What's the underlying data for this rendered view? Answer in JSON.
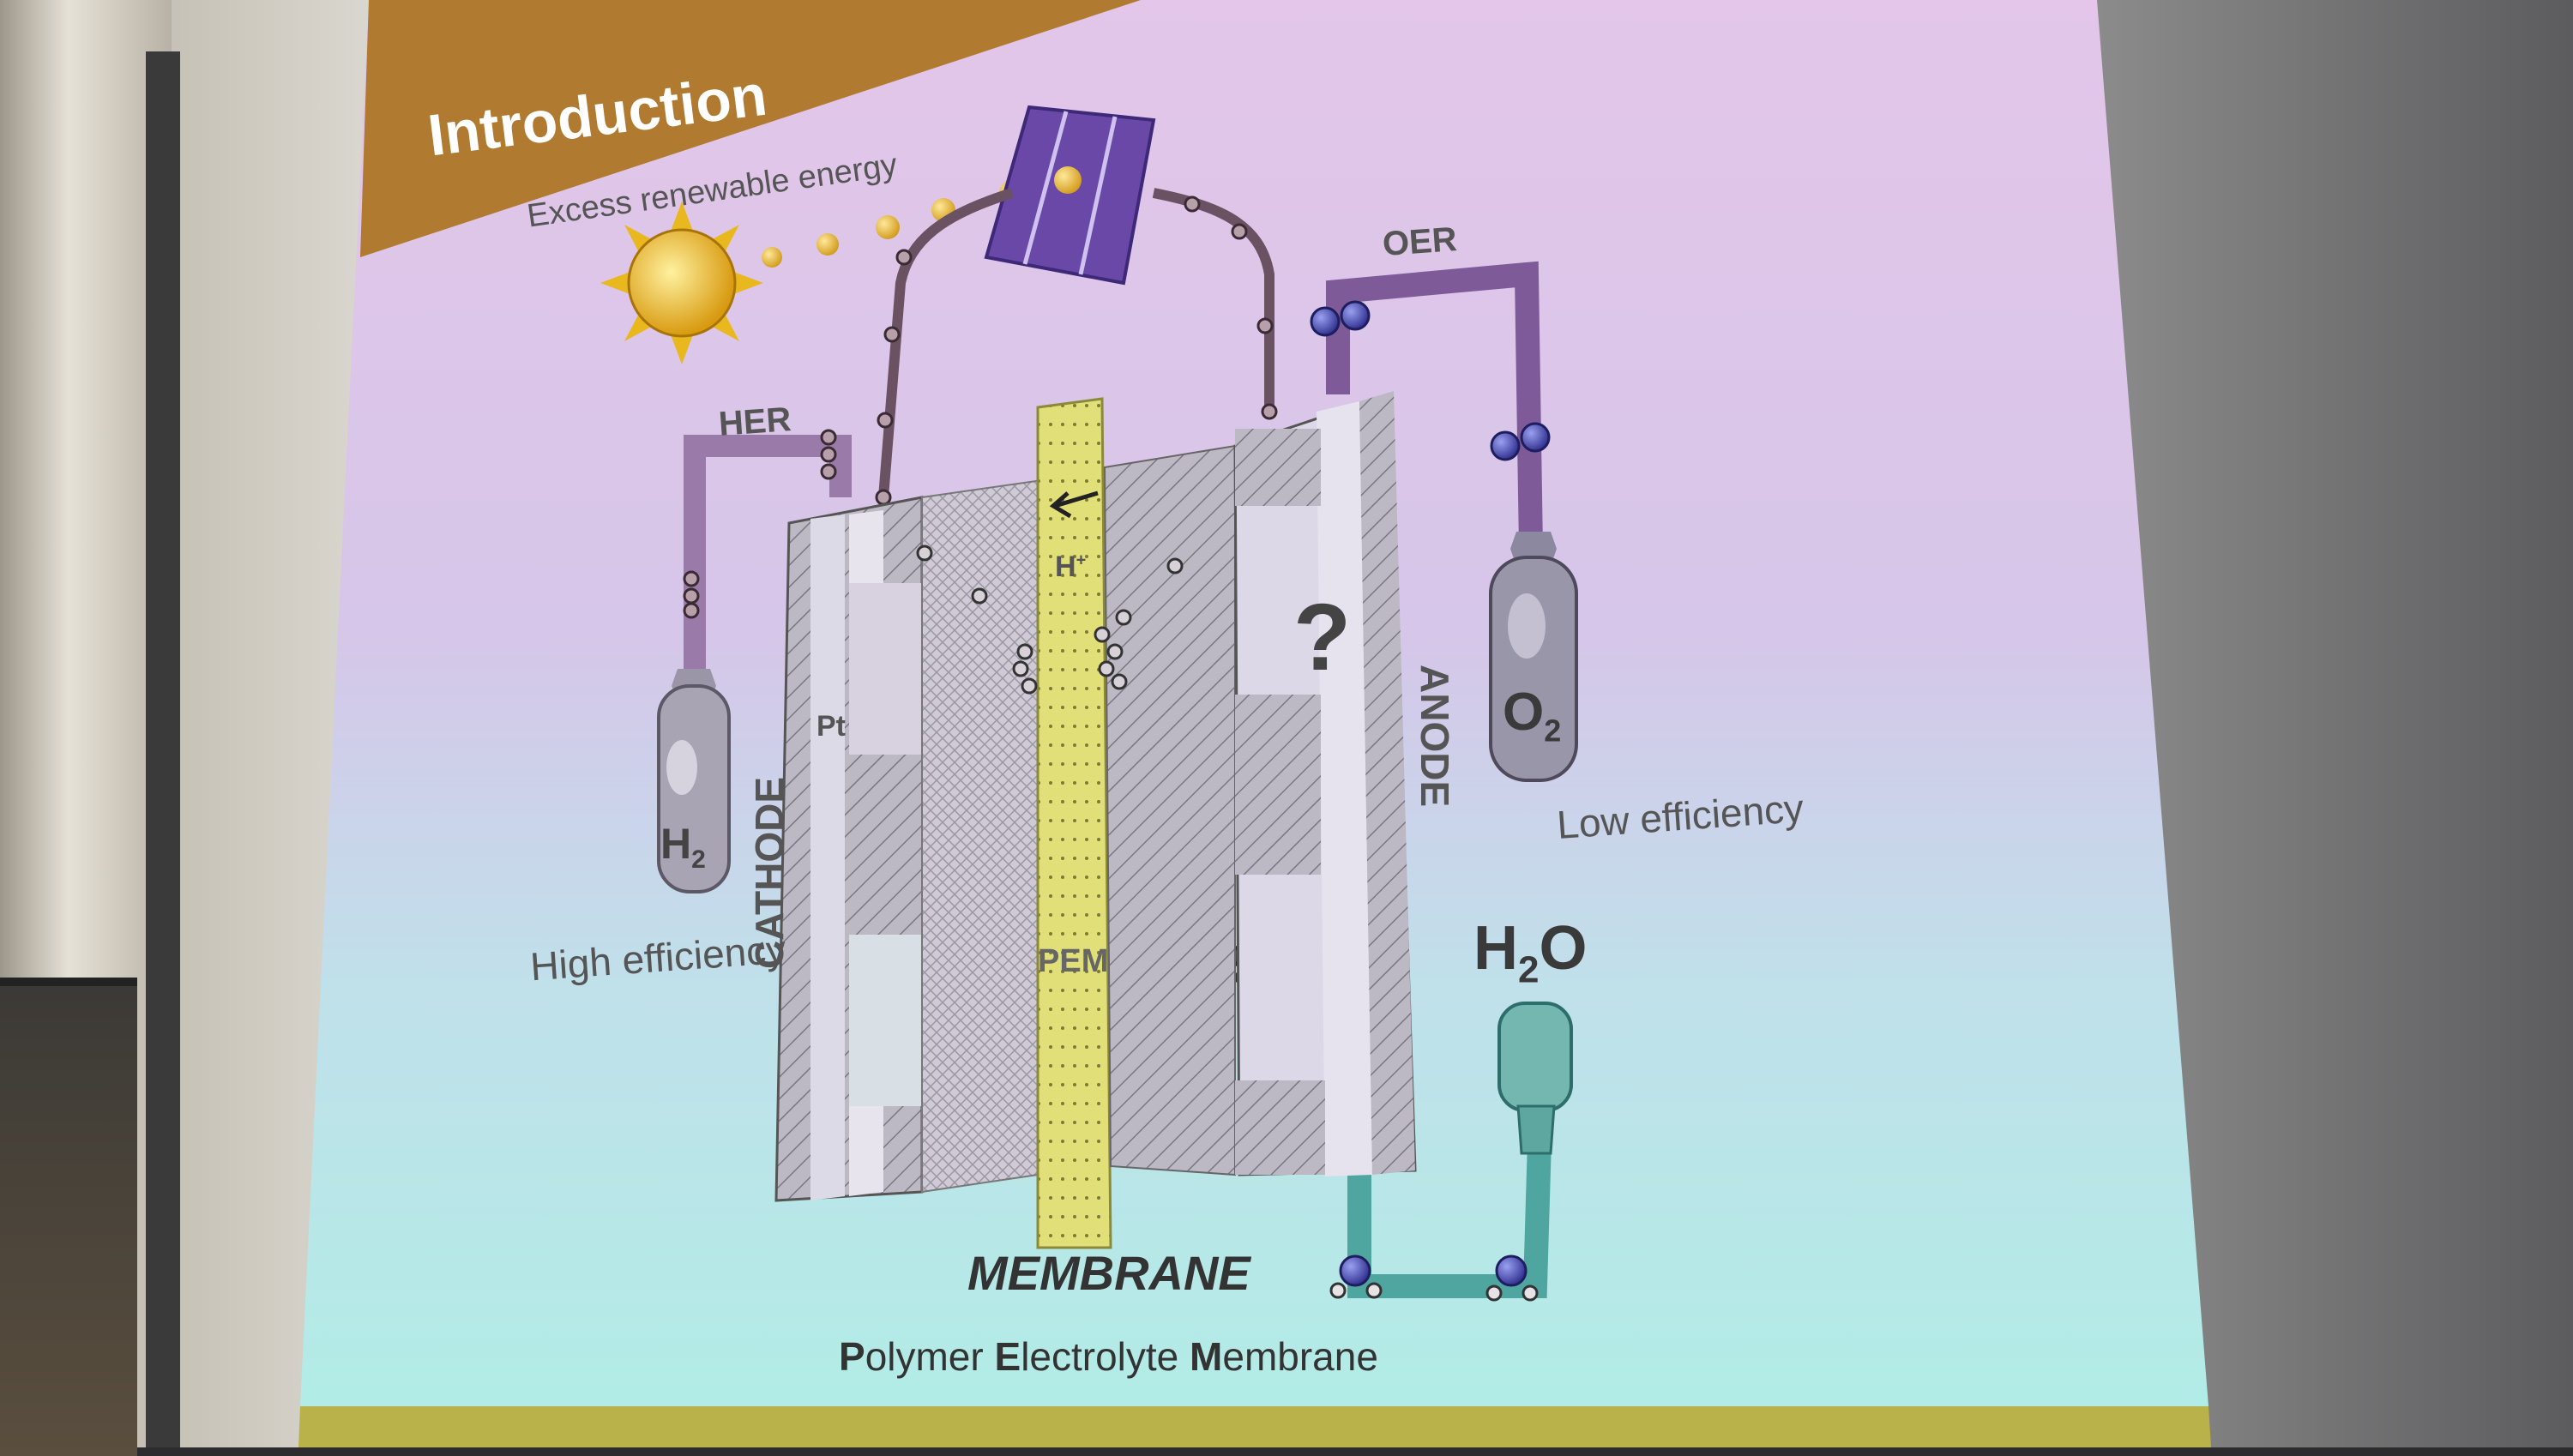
{
  "slide": {
    "title": "Introduction",
    "energy_source": "Excess renewable energy",
    "labels": {
      "her": "HER",
      "oer": "OER",
      "h2": "H",
      "h2_sub": "2",
      "o2": "O",
      "o2_sub": "2",
      "h2o_h": "H",
      "h2o_sub": "2",
      "h2o_o": "O",
      "pt": "Pt",
      "h_plus": "H",
      "h_plus_sup": "+",
      "pem": "PEM",
      "cathode": "CATHODE",
      "anode": "ANODE",
      "question": "?",
      "membrane": "MEMBRANE"
    },
    "efficiency": {
      "cathode": "High efficiency",
      "anode": "Low efficiency"
    },
    "footnote": {
      "p": "P",
      "p_rest": "olymer ",
      "e": "E",
      "e_rest": "lectrolyte ",
      "m": "M",
      "m_rest": "embrane"
    }
  },
  "colors": {
    "title_bar": "#b07a30",
    "slide_top": "#dcc0e6",
    "slide_bottom": "#b2ece6",
    "pem_yellow": "#e0df74",
    "her_pipe": "#9a7aa8",
    "oer_pipe": "#7e5a98",
    "water_pipe": "#4fa6a0",
    "sun": "#e6b61c"
  },
  "icons": [
    "sun-icon",
    "solar-panel-icon",
    "h2-tank-icon",
    "o2-tank-icon",
    "h2o-tank-icon"
  ]
}
